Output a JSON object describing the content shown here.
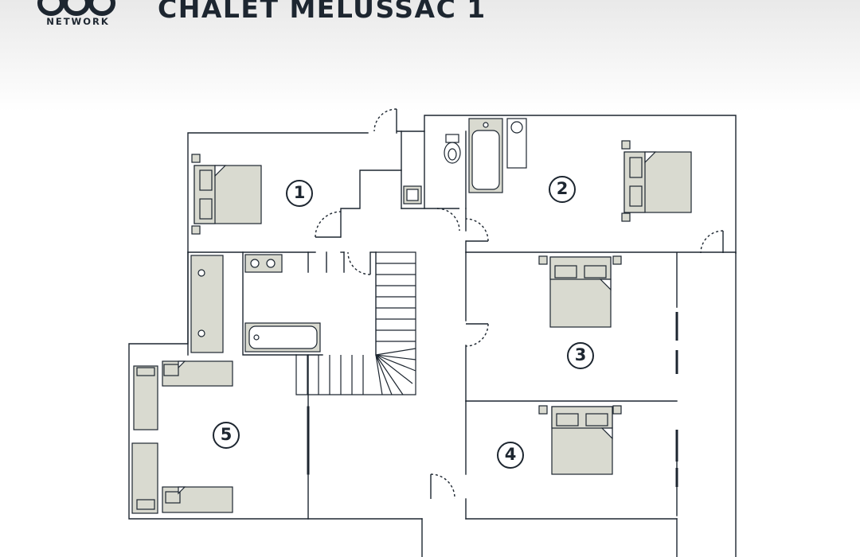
{
  "header": {
    "brand": "NETWORK",
    "title": "CHALET MELUSSAC 1"
  },
  "icons": {
    "logo": "overlapping-rings-logo",
    "bed": "double-bed-symbol",
    "single_bed": "single-bed-symbol",
    "toilet": "toilet-symbol",
    "sink": "washbasin-symbol",
    "bathtub": "bathtub-symbol",
    "shower": "shower-tray-symbol",
    "stairs": "staircase-symbol",
    "door": "door-swing-symbol"
  },
  "colors": {
    "ink": "#1d2630",
    "fixture_fill": "#d9dad0",
    "background": "#ffffff"
  },
  "floorplan": {
    "rooms": [
      {
        "id": "bedroom-1",
        "label": "1"
      },
      {
        "id": "bedroom-2",
        "label": "2"
      },
      {
        "id": "bedroom-3",
        "label": "3"
      },
      {
        "id": "bedroom-4",
        "label": "4"
      },
      {
        "id": "bedroom-5",
        "label": "5"
      }
    ]
  }
}
